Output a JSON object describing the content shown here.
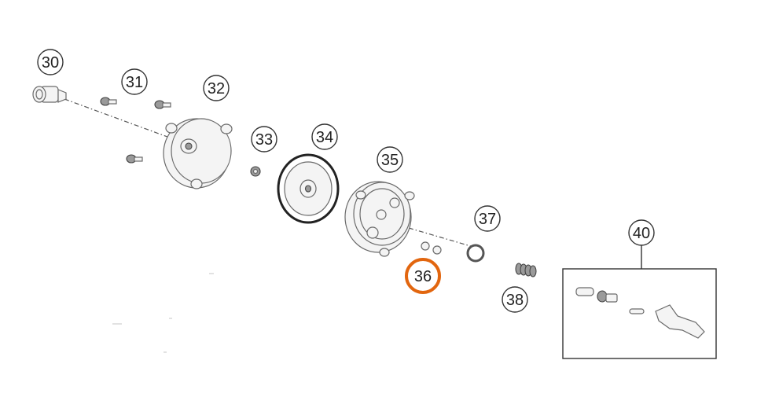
{
  "callouts": [
    {
      "id": "30",
      "label": "30",
      "highlight": false
    },
    {
      "id": "31",
      "label": "31",
      "highlight": false
    },
    {
      "id": "32",
      "label": "32",
      "highlight": false
    },
    {
      "id": "33",
      "label": "33",
      "highlight": false
    },
    {
      "id": "34",
      "label": "34",
      "highlight": false
    },
    {
      "id": "35",
      "label": "35",
      "highlight": false
    },
    {
      "id": "36",
      "label": "36",
      "highlight": true
    },
    {
      "id": "37",
      "label": "37",
      "highlight": false
    },
    {
      "id": "38",
      "label": "38",
      "highlight": false
    },
    {
      "id": "40",
      "label": "40",
      "highlight": false
    }
  ],
  "colors": {
    "highlight": "#e2660f",
    "callout_stroke": "#333333",
    "line": "#555555"
  }
}
